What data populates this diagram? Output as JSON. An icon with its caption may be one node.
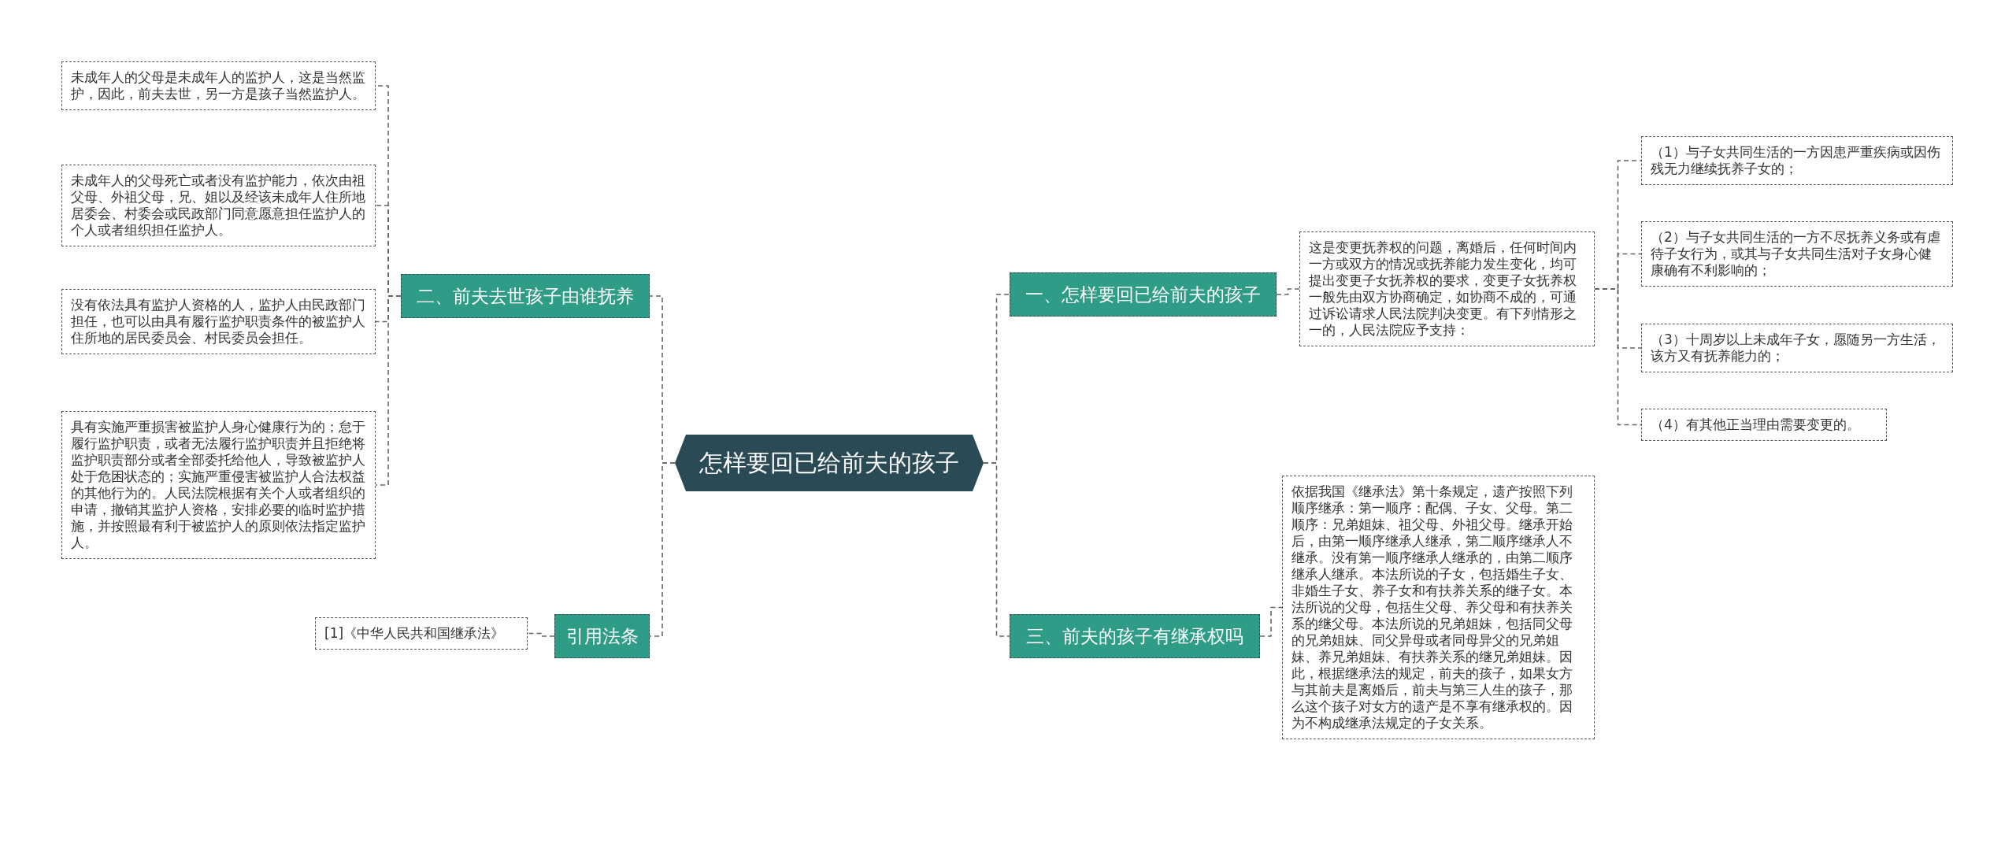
{
  "diagram": {
    "nodes": [
      {
        "text": [
          "怎样要回已给前夫的孩子"
        ]
      },
      {
        "text": [
          "一、怎样要回已给前夫的孩子"
        ]
      },
      {
        "text": [
          "这是变更抚养权的问题，离婚后，任何时间内一方或双方的情况或抚养能力发生变化，均可提出变更子女抚养权的要求，变更子女抚养权一般先由双方协商确定，如协商不成的，可通过诉讼请求人民法院判决变更。有下列情形之一的，人民法院应予支持："
        ]
      },
      {
        "text": [
          "（1）与子女共同生活的一方因患严重疾病或因伤残无力继续抚养子女的；"
        ]
      },
      {
        "text": [
          "（2）与子女共同生活的一方不尽抚养义务或有虐待子女行为，或其与子女共同生活对子女身心健康确有不利影响的；"
        ]
      },
      {
        "text": [
          "（3）十周岁以上未成年子女，愿随另一方生活，该方又有抚养能力的；"
        ]
      },
      {
        "text": [
          "（4）有其他正当理由需要变更的。"
        ]
      },
      {
        "text": [
          "三、前夫的孩子有继承权吗"
        ]
      },
      {
        "text": [
          "依据我国《继承法》第十条规定，遗产按照下列顺序继承：第一顺序：配偶、子女、父母。第二顺序：兄弟姐妹、祖父母、外祖父母。继承开始后，由第一顺序继承人继承，第二顺序继承人不继承。没有第一顺序继承人继承的，由第二顺序继承人继承。本法所说的子女，包括婚生子女、非婚生子女、养子女和有扶养关系的继子女。本法所说的父母，包括生父母、养父母和有扶养关系的继父母。本法所说的兄弟姐妹，包括同父母的兄弟姐妹、同父异母或者同母异父的兄弟姐妹、养兄弟姐妹、有扶养关系的继兄弟姐妹。因此，根据继承法的规定，前夫的孩子，如果女方与其前夫是离婚后，前夫与第三人生的孩子，那么这个孩子对女方的遗产是不享有继承权的。因为不构成继承法规定的子女关系。"
        ]
      },
      {
        "text": [
          "二、前夫去世孩子由谁抚养"
        ]
      },
      {
        "text": [
          "未成年人的父母是未成年人的监护人，这是当然监护，因此，前夫去世，另一方是孩子当然监护人。"
        ]
      },
      {
        "text": [
          "未成年人的父母死亡或者没有监护能力，依次由祖父母、外祖父母，兄、姐以及经该未成年人住所地居委会、村委会或民政部门同意愿意担任监护人的个人或者组织担任监护人。"
        ]
      },
      {
        "text": [
          "没有依法具有监护人资格的人，监护人由民政部门担任，也可以由具有履行监护职责条件的被监护人住所地的居民委员会、村民委员会担任。"
        ]
      },
      {
        "text": [
          "具有实施严重损害被监护人身心健康行为的；怠于履行监护职责，或者无法履行监护职责并且拒绝将监护职责部分或者全部委托给他人，导致被监护人处于危困状态的；实施严重侵害被监护人合法权益的其他行为的。人民法院根据有关个人或者组织的申请，撤销其监护人资格，安排必要的临时监护措施，并按照最有利于被监护人的原则依法指定监护人。"
        ]
      },
      {
        "text": [
          "引用法条"
        ]
      },
      {
        "text": [
          "[1]《中华人民共和国继承法》"
        ]
      }
    ],
    "edges": [
      {
        "from": 0,
        "to": 1,
        "arrow": "none"
      },
      {
        "from": 1,
        "to": 2,
        "arrow": "none"
      },
      {
        "from": 2,
        "to": 3,
        "arrow": "none"
      },
      {
        "from": 2,
        "to": 4,
        "arrow": "none"
      },
      {
        "from": 2,
        "to": 5,
        "arrow": "none"
      },
      {
        "from": 2,
        "to": 6,
        "arrow": "none"
      },
      {
        "from": 0,
        "to": 7,
        "arrow": "none"
      },
      {
        "from": 7,
        "to": 8,
        "arrow": "none"
      },
      {
        "from": 0,
        "to": 9,
        "arrow": "none"
      },
      {
        "from": 9,
        "to": 10,
        "arrow": "none"
      },
      {
        "from": 9,
        "to": 11,
        "arrow": "none"
      },
      {
        "from": 9,
        "to": 12,
        "arrow": "none"
      },
      {
        "from": 9,
        "to": 13,
        "arrow": "none"
      },
      {
        "from": 0,
        "to": 14,
        "arrow": "none"
      },
      {
        "from": 14,
        "to": 15,
        "arrow": "none"
      }
    ]
  }
}
